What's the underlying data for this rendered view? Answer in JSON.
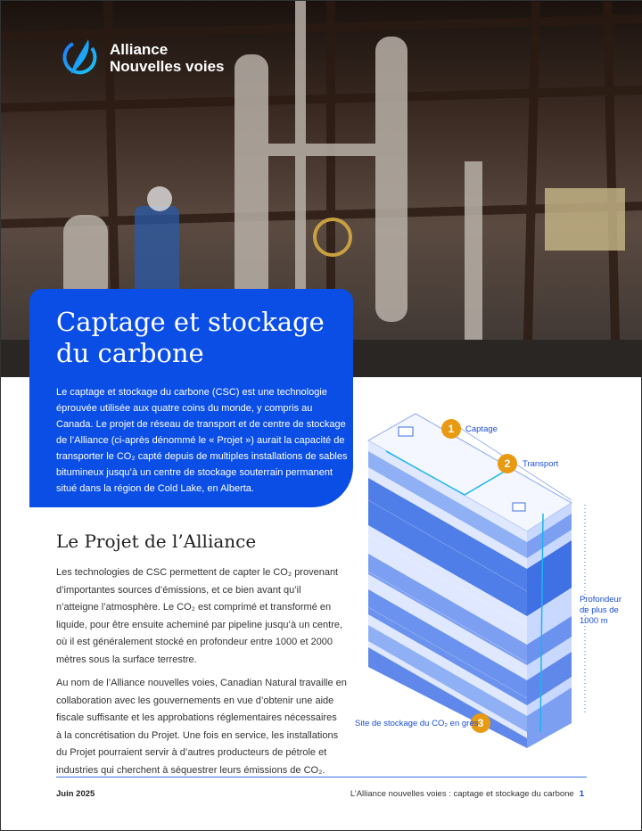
{
  "brand": {
    "line1": "Alliance",
    "line2": "Nouvelles voies"
  },
  "hero": {
    "title_line1": "Captage et stockage",
    "title_line2": "du carbone"
  },
  "intro_lines": [
    "Le captage et stockage du carbone (CSC) est une technologie",
    "éprouvée utilisée aux quatre coins du monde, y compris au",
    "Canada. Le projet de réseau de transport et de centre de stockage",
    "de l’Alliance (ci-après dénommé le « Projet ») aurait la capacité de",
    "transporter le CO₂ capté depuis de multiples installations de sables",
    "bitumineux jusqu’à un centre de stockage souterrain permanent",
    "situé dans la région de Cold Lake, en Alberta."
  ],
  "section": {
    "title": "Le Projet de l’Alliance",
    "p1": [
      "Les technologies de CSC permettent de capter le CO₂ provenant",
      "d’importantes sources d’émissions, et ce bien avant qu’il",
      "n’atteigne l’atmosphère. Le CO₂ est comprimé et transformé en",
      "liquide, pour être ensuite acheminé par pipeline jusqu’à un centre,",
      "où il est généralement stocké en profondeur entre 1000 et 2000",
      "mètres sous la surface terrestre."
    ],
    "p2": [
      "Au nom de l’Alliance nouvelles voies, Canadian Natural travaille en",
      "collaboration avec les gouvernements en vue d’obtenir une aide",
      "fiscale suffisante et les approbations réglementaires nécessaires",
      "à la concrétisation du Projet. Une fois en service, les installations",
      "du Projet pourraient servir à d’autres producteurs de pétrole et",
      "industries qui cherchent à séquestrer leurs émissions de CO₂."
    ]
  },
  "diagram": {
    "step1_num": "1",
    "step1": "Captage",
    "step2_num": "2",
    "step2": "Transport",
    "step3_num": "3",
    "step3": "Site de stockage du CO₂ en grès",
    "depth": [
      "Profondeur",
      "de plus de",
      "1000 m"
    ]
  },
  "footer": {
    "date": "Juin 2025",
    "title": "L’Alliance nouvelles voies : captage et stockage du carbone",
    "page": "1"
  },
  "colors": {
    "brand_blue": "#0a4ee6",
    "accent_orange": "#e89a12"
  }
}
